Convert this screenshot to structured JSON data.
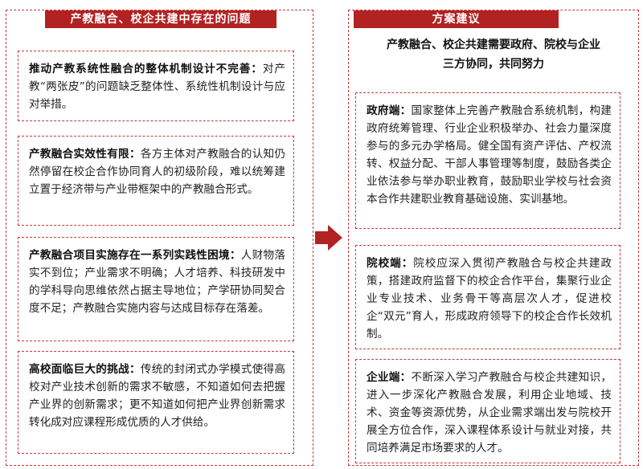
{
  "left_panel": {
    "header": "产教融合、校企共建中存在的问题",
    "cards": [
      {
        "title": "推动产教系统性融合的整体机制设计不完善：",
        "body": "对产教“两张皮”的问题缺乏整体性、系统性机制设计与应对举措。"
      },
      {
        "title": "产教融合实效性有限：",
        "body": "各方主体对产教融合的认知仍然停留在校企合作协同育人的初级阶段，难以统筹建立置于经济带与产业带框架中的产教融合形式。"
      },
      {
        "title": "产教融合项目实施存在一系列实践性困境：",
        "body": "人财物落实不到位；产业需求不明确；人才培养、科技研发中的学科导向思维依然占据主导地位；产学研协同契合度不足；产教融合实施内容与达成目标存在落差。"
      },
      {
        "title": "高校面临巨大的挑战：",
        "body": "传统的封闭式办学模式使得高校对产业技术创新的需求不敏感，不知道如何去把握产业界的创新需求；更不知道如何把产业界创新需求转化成对应课程形成优质的人才供给。"
      }
    ]
  },
  "right_panel": {
    "header": "方案建议",
    "subtitle_line1": "产教融合、校企共建需要政府、院校与企业",
    "subtitle_line2": "三方协同，共同努力",
    "cards": [
      {
        "title": "政府端：",
        "body": "国家整体上完善产教融合系统机制，构建政府统筹管理、行业企业积极举办、社会力量深度参与的多元办学格局。健全国有资产评估、产权流转、权益分配、干部人事管理等制度，鼓励各类企业依法参与举办职业教育，鼓励职业学校与社会资本合作共建职业教育基础设施、实训基地。"
      },
      {
        "title": "院校端：",
        "body": "院校应深入贯彻产教融合与校企共建政策，搭建政府监督下的校企合作平台，集聚行业企业专业技术、业务骨干等高层次人才，促进校企“双元”育人，形成政府领导下的校企合作长效机制。"
      },
      {
        "title": "企业端：",
        "body": "不断深入学习产教融合与校企共建知识，进入一步深化产教融合发展，利用企业地域、技术、资金等资源优势，从企业需求端出发与院校开展全方位合作，深入课程体系设计与就业对接，共同培养满足市场要求的人才。"
      }
    ]
  },
  "colors": {
    "accent": "#b22222",
    "border": "#c43a3a"
  },
  "icons": {
    "flow_arrow": "right-arrow-icon"
  }
}
